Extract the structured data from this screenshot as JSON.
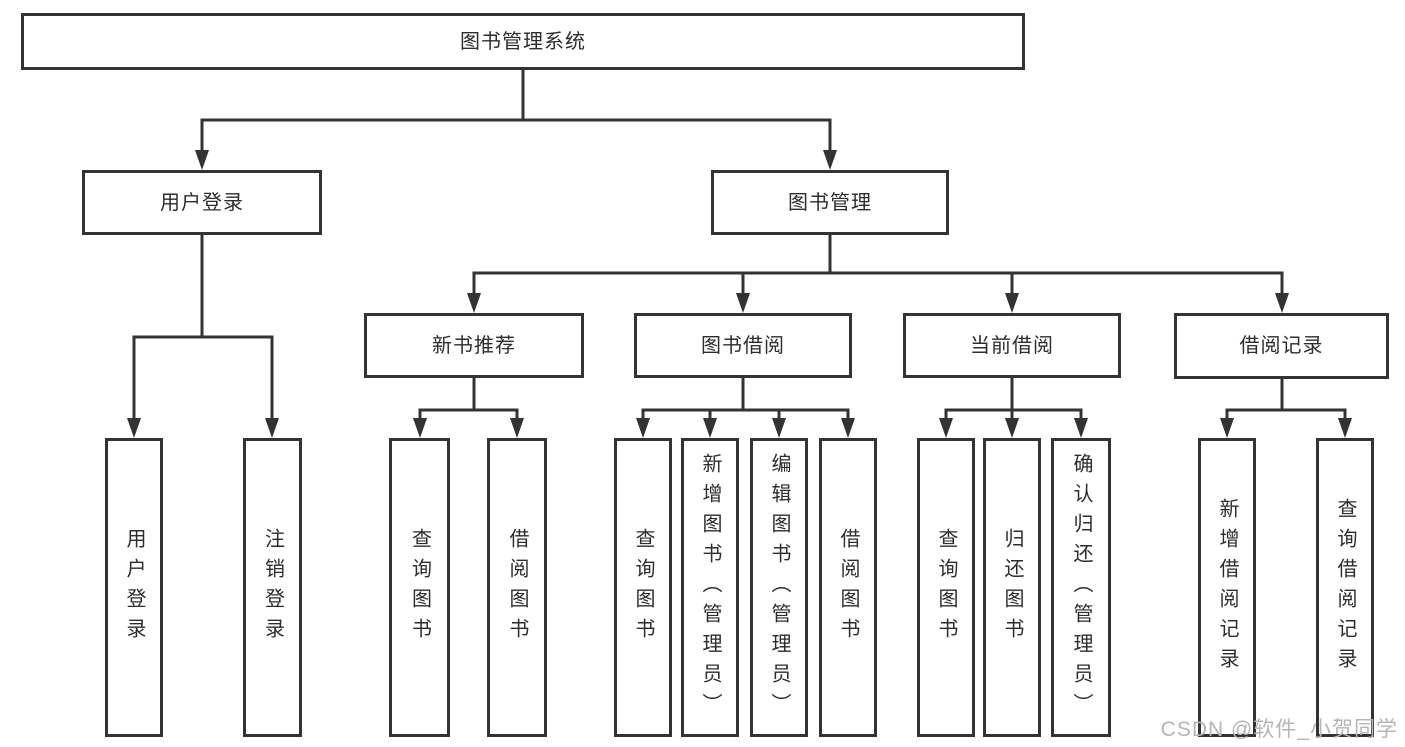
{
  "diagram": {
    "root": "图书管理系统",
    "user_login": {
      "label": "用户登录",
      "children": [
        "用户登录",
        "注销登录"
      ]
    },
    "book_mgmt": {
      "label": "图书管理",
      "sections": [
        {
          "label": "新书推荐",
          "children": [
            "查询图书",
            "借阅图书"
          ]
        },
        {
          "label": "图书借阅",
          "children": [
            "查询图书",
            "新增图书（管理员）",
            "编辑图书（管理员）",
            "借阅图书"
          ]
        },
        {
          "label": "当前借阅",
          "children": [
            "查询图书",
            "归还图书",
            "确认归还（管理员）"
          ]
        },
        {
          "label": "借阅记录",
          "children": [
            "新增借阅记录",
            "查询借阅记录"
          ]
        }
      ]
    }
  },
  "watermark": "CSDN @软件_小贺同学",
  "colors": {
    "background": "#ffffff",
    "line": "#333333",
    "border": "#333333",
    "text": "#2d2d2d",
    "watermark": "#b5b5b5"
  }
}
